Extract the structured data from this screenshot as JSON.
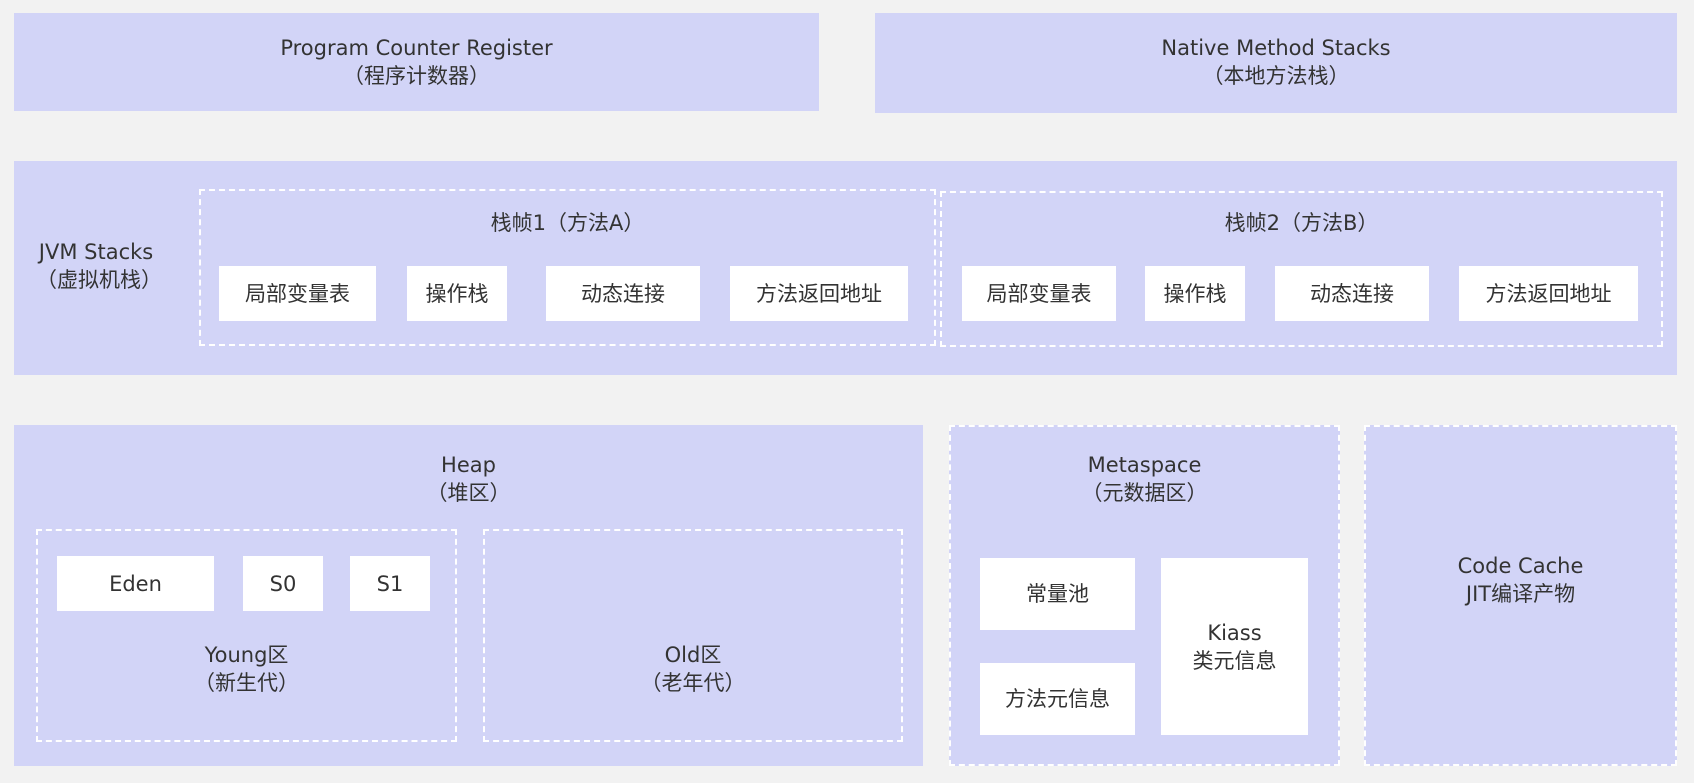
{
  "pc_register": {
    "name": "Program Counter Register",
    "cn": "（程序计数器）"
  },
  "native_stacks": {
    "name": "Native Method Stacks",
    "cn": "（本地方法栈）"
  },
  "jvm_stacks": {
    "name": "JVM Stacks",
    "cn": "（虚拟机栈）",
    "frames": [
      {
        "title": "栈帧1（方法A）",
        "items": [
          "局部变量表",
          "操作栈",
          "动态连接",
          "方法返回地址"
        ]
      },
      {
        "title": "栈帧2（方法B）",
        "items": [
          "局部变量表",
          "操作栈",
          "动态连接",
          "方法返回地址"
        ]
      }
    ]
  },
  "heap": {
    "name": "Heap",
    "cn": "（堆区）",
    "young": {
      "name": "Young区",
      "cn": "（新生代）",
      "items": [
        "Eden",
        "S0",
        "S1"
      ]
    },
    "old": {
      "name": "Old区",
      "cn": "（老年代）"
    }
  },
  "metaspace": {
    "name": "Metaspace",
    "cn": "（元数据区）",
    "constant_pool": "常量池",
    "method_meta": "方法元信息",
    "klass": {
      "name": "Kiass",
      "cn": "类元信息"
    }
  },
  "code_cache": {
    "name": "Code Cache",
    "cn": "JIT编译产物"
  },
  "colors": {
    "background": "#f2f2f2",
    "region": "#d2d4f7",
    "box": "#ffffff",
    "text": "#333333"
  }
}
